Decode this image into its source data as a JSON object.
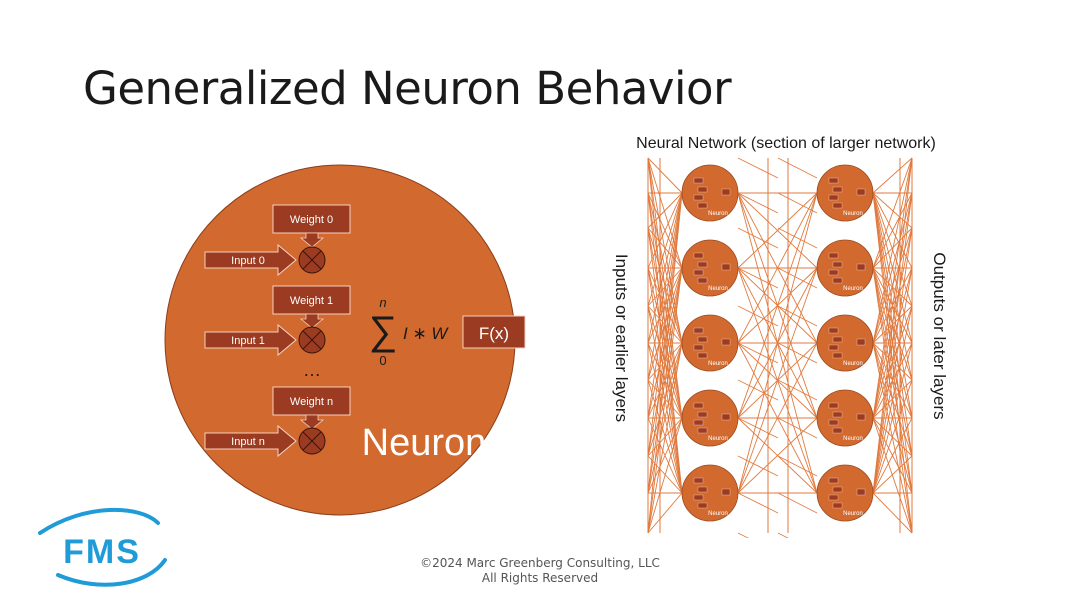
{
  "slide": {
    "title": "Generalized Neuron Behavior"
  },
  "neuron": {
    "label": "Neuron",
    "weights": [
      "Weight 0",
      "Weight 1",
      "Weight n"
    ],
    "inputs": [
      "Input 0",
      "Input 1",
      "Input n"
    ],
    "ellipsis": "…",
    "sum_upper": "n",
    "sum_lower": "0",
    "sum_symbol": "∑",
    "sum_expression": "I ∗ W",
    "function_label": "F(x)"
  },
  "network": {
    "title": "Neural Network (section of larger network)",
    "left_label": "Inputs or earlier layers",
    "right_label": "Outputs or later layers",
    "node_label": "Neuron"
  },
  "footer": {
    "line1": "©2024 Marc Greenberg Consulting, LLC",
    "line2": "All Rights Reserved"
  },
  "logo": {
    "text": "FMS"
  },
  "colors": {
    "neuron_fill": "#D26A30",
    "box_fill": "#9B3B22",
    "network_line": "#E07A3F",
    "logo_blue": "#1F9BD7",
    "text_dark": "#1a1a1a"
  }
}
